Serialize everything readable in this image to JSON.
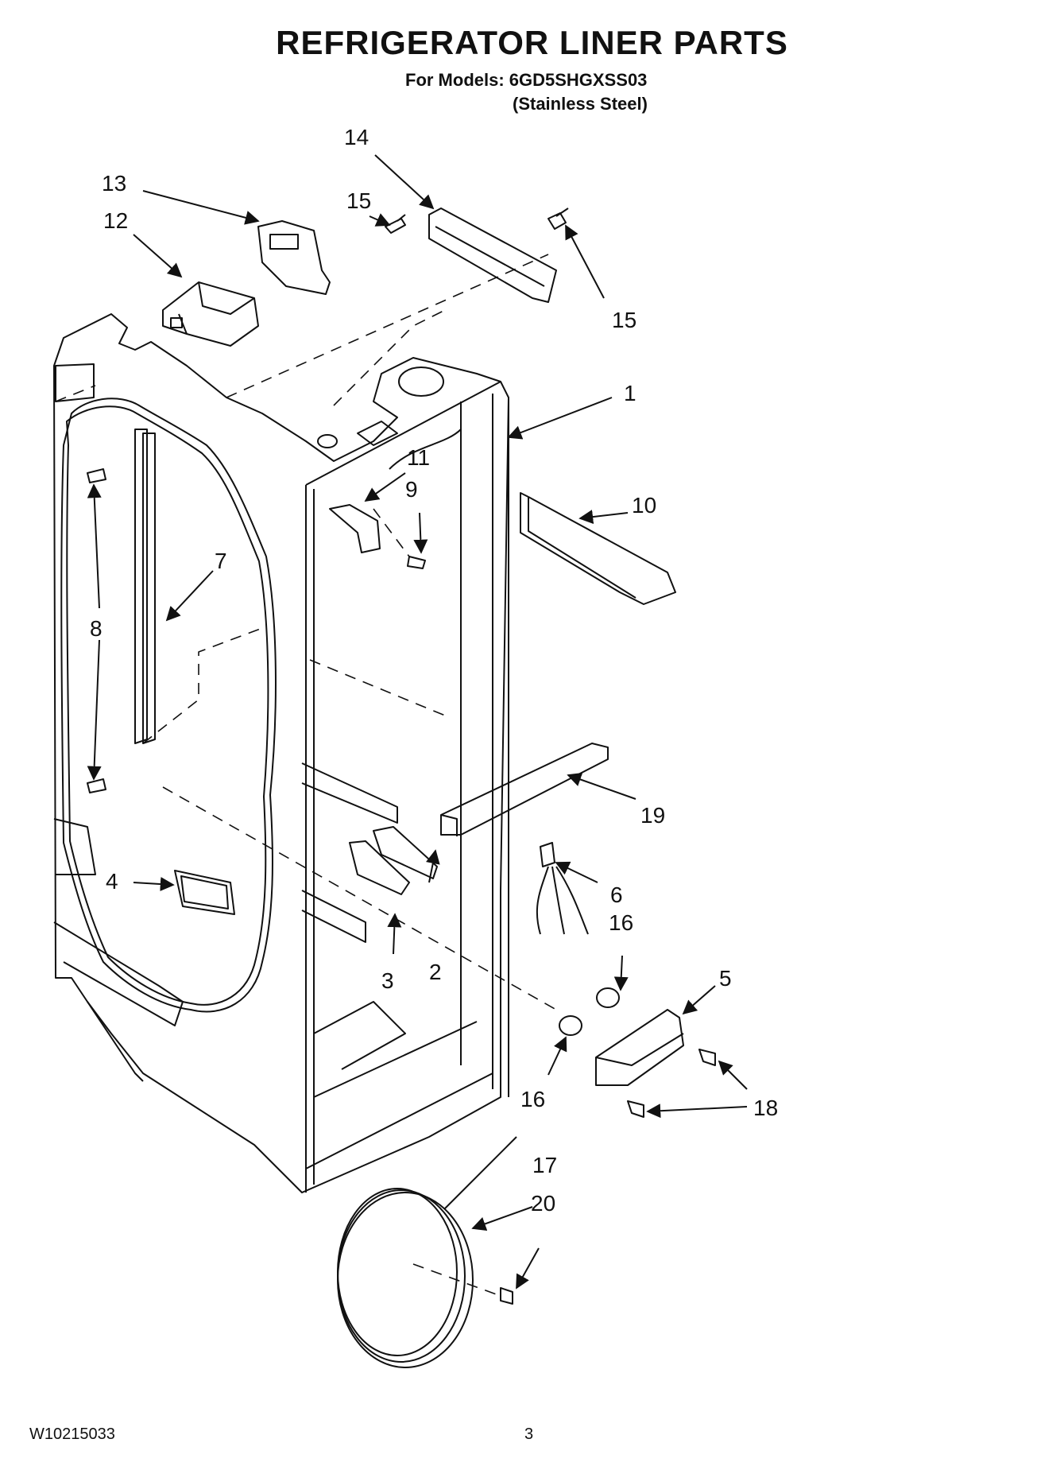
{
  "header": {
    "title": "REFRIGERATOR LINER PARTS",
    "models_line": "For Models: 6GD5SHGXSS03",
    "finish_line": "(Stainless Steel)"
  },
  "footer": {
    "doc_code": "W10215033",
    "page_number": "3"
  },
  "callouts": {
    "c1": "1",
    "c2": "2",
    "c3": "3",
    "c4": "4",
    "c5": "5",
    "c6": "6",
    "c7": "7",
    "c8": "8",
    "c9": "9",
    "c10": "10",
    "c11": "11",
    "c12": "12",
    "c13": "13",
    "c14": "14",
    "c15a": "15",
    "c15b": "15",
    "c16a": "16",
    "c16b": "16",
    "c17": "17",
    "c18": "18",
    "c19": "19",
    "c20": "20"
  }
}
